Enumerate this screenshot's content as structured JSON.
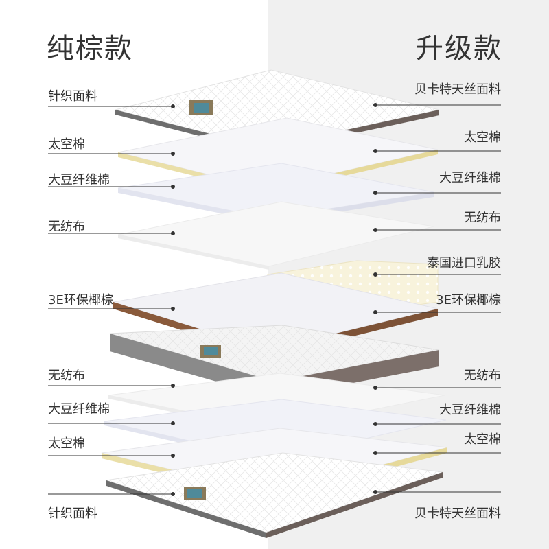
{
  "headings": {
    "left": "纯棕款",
    "right": "升级款"
  },
  "left_labels": [
    "针织面料",
    "太空棉",
    "大豆纤维棉",
    "无纺布",
    "3E环保椰棕",
    "无纺布",
    "大豆纤维棉",
    "太空棉",
    "针织面料"
  ],
  "right_labels": [
    "贝卡特天丝面料",
    "太空棉",
    "大豆纤维棉",
    "无纺布",
    "泰国进口乳胶",
    "3E环保椰棕",
    "无纺布",
    "大豆纤维棉",
    "太空棉",
    "贝卡特天丝面料"
  ],
  "colors": {
    "left_background": "#ffffff",
    "right_background": "#f0f0f0",
    "text": "#333333",
    "leader_line": "#333333",
    "foam_edge": "#eadfa8",
    "coir_edge": "#8a5a3b",
    "latex": "#f7f2d8"
  }
}
